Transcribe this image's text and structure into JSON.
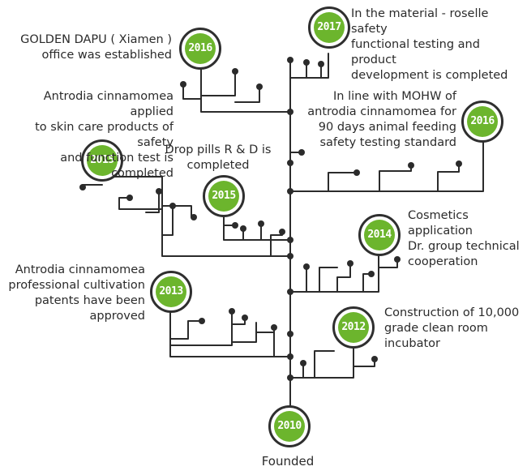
{
  "colors": {
    "line": "#2b2b2b",
    "accent": "#6cb52d",
    "text": "#2b2b2b"
  },
  "milestones": [
    {
      "year": "2017",
      "text": "In the material - roselle safety\nfunctional testing and product\ndevelopment is completed"
    },
    {
      "year": "2016",
      "text": "GOLDEN DAPU ( Xiamen )\noffice was established"
    },
    {
      "year": "2016",
      "text": "In line with MOHW of\nantrodia cinnamomea for\n90 days animal feeding\nsafety testing standard"
    },
    {
      "year": "2015",
      "text": "Antrodia cinnamomea applied\nto skin care products of safety\nand function test is completed"
    },
    {
      "year": "2015",
      "text": "Drop pills R & D is\ncompleted"
    },
    {
      "year": "2014",
      "text": "Cosmetics application\nDr. group technical\ncooperation"
    },
    {
      "year": "2013",
      "text": "Antrodia cinnamomea\nprofessional cultivation\npatents have been\napproved"
    },
    {
      "year": "2012",
      "text": "Construction of 10,000\ngrade clean room\nincubator"
    }
  ],
  "root": {
    "year": "2010",
    "label": "Founded"
  }
}
